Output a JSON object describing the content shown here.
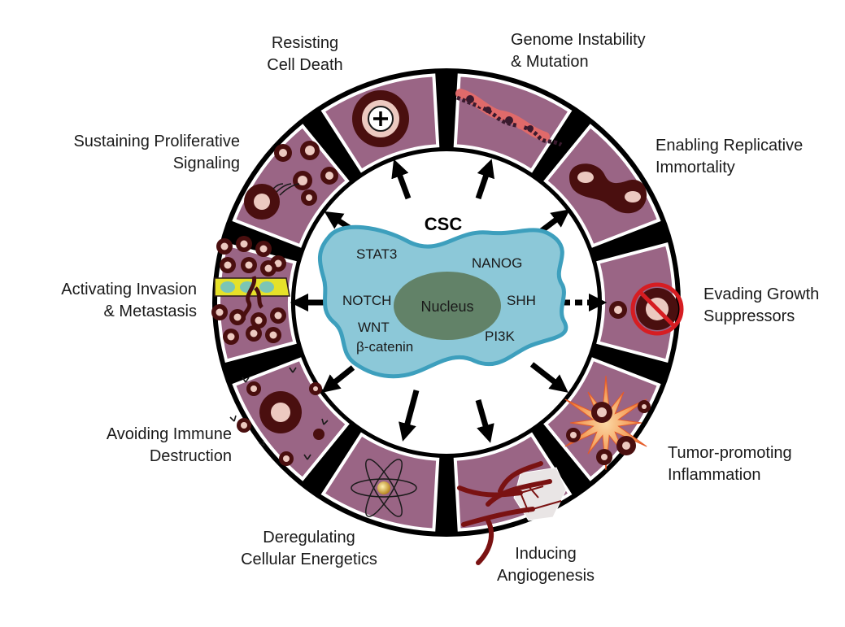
{
  "center": {
    "title": "CSC",
    "nucleus": "Nucleus",
    "markers": [
      "STAT3",
      "NANOG",
      "NOTCH",
      "SHH",
      "WNT",
      "β-catenin",
      "PI3K"
    ]
  },
  "hallmarks": [
    {
      "lines": [
        "Resisting",
        "Cell Death"
      ]
    },
    {
      "lines": [
        "Genome Instability",
        "& Mutation"
      ]
    },
    {
      "lines": [
        "Enabling Replicative",
        "Immortality"
      ]
    },
    {
      "lines": [
        "Evading Growth",
        "Suppressors"
      ]
    },
    {
      "lines": [
        "Tumor-promoting",
        "Inflammation"
      ]
    },
    {
      "lines": [
        "Inducing",
        "Angiogenesis"
      ]
    },
    {
      "lines": [
        "Deregulating",
        "Cellular Energetics"
      ]
    },
    {
      "lines": [
        "Avoiding Immune",
        "Destruction"
      ]
    },
    {
      "lines": [
        "Activating Invasion",
        "& Metastasis"
      ]
    },
    {
      "lines": [
        "Sustaining Proliferative",
        "Signaling"
      ]
    }
  ],
  "colors": {
    "segment_fill": "#9a6585",
    "segment_border": "#000000",
    "cell_body": "#4a0f0f",
    "cell_core": "#ecc9c0",
    "csc_fill": "#8cc8d8",
    "csc_border": "#3d9fbd",
    "nucleus_fill": "#628268",
    "prohibit_red": "#d61d22",
    "inflammation_orange": "#f07b3a",
    "dna_pink": "#e06a6a",
    "invasion_yellow": "#e6e12a",
    "invasion_teal": "#7cc5b4"
  }
}
